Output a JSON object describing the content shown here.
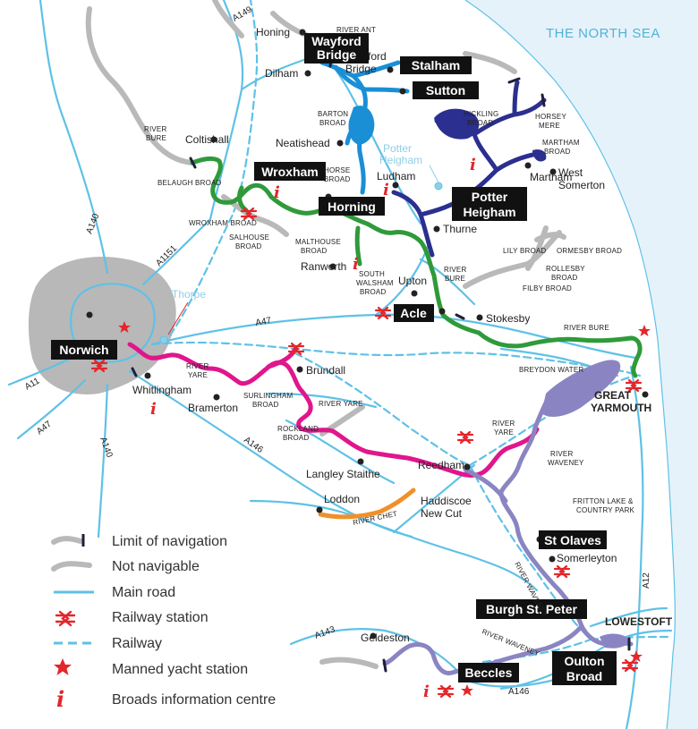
{
  "sea_label": "THE NORTH SEA",
  "boxed_labels": {
    "wayford_bridge": "Wayford\nBridge",
    "stalham": "Stalham",
    "sutton": "Sutton",
    "wroxham": "Wroxham",
    "horning": "Horning",
    "potter_heigham": "Potter\nHeigham",
    "norwich": "Norwich",
    "acle": "Acle",
    "st_olaves": "St Olaves",
    "burgh_st_peter": "Burgh St. Peter",
    "beccles": "Beccles",
    "oulton_broad": "Oulton\nBroad"
  },
  "towns": {
    "honing": "Honing",
    "dilham": "Dilham",
    "bridge": "Bridge",
    "ford": "ford",
    "neatishead": "Neatishead",
    "coltishall": "Coltishall",
    "ludham": "Ludham",
    "martham": "Martham",
    "west_somerton": "West\nSomerton",
    "thurne": "Thurne",
    "ranworth": "Ranworth",
    "upton": "Upton",
    "stokesby": "Stokesby",
    "brundall": "Brundall",
    "whitlingham": "Whitlingham",
    "bramerton": "Bramerton",
    "reedham": "Reedham",
    "langley_staithe": "Langley Staithe",
    "loddon": "Loddon",
    "haddiscoe": "Haddiscoe\nNew Cut",
    "somerleyton": "Somerleyton",
    "geldeston": "Geldeston",
    "great_yarmouth": "GREAT\nYARMOUTH",
    "lowestoft": "LOWESTOFT"
  },
  "light_labels": {
    "potter_heigham_light": "Potter\nHeigham",
    "thorpe": "Thorpe"
  },
  "water_labels": {
    "river_ant": "RIVER ANT",
    "barton_broad": "BARTON\nBROAD",
    "hickling_broad": "HICKLING\nBROAD",
    "horsey_mere": "HORSEY\nMERE",
    "martham_broad": "MARTHAM\nBROAD",
    "river_bure_top": "RIVER\nBURE",
    "belaugh_broad": "BELAUGH BROAD",
    "horse_broad": "HORSE\nBROAD",
    "wroxham_broad": "WROXHAM BROAD",
    "salhouse_broad": "SALHOUSE\nBROAD",
    "malthouse_broad": "MALTHOUSE\nBROAD",
    "south_walsham": "SOUTH\nWALSHAM\nBROAD",
    "river_bure_mid": "RIVER\nBURE",
    "lily_broad": "LILY BROAD",
    "ormesby_broad": "ORMESBY BROAD",
    "rollesby_broad": "ROLLESBY\nBROAD",
    "filby_broad": "FILBY BROAD",
    "river_bure_east": "RIVER BURE",
    "breydon_water": "BREYDON WATER",
    "river_yare_1": "RIVER\nYARE",
    "surlingham_broad": "SURLINGHAM\nBROAD",
    "river_yare_2": "RIVER YARE",
    "rockland_broad": "ROCKLAND\nBROAD",
    "river_yare_3": "RIVER\nYARE",
    "river_waveney_1": "RIVER\nWAVENEY",
    "fritton": "FRITTON LAKE &\nCOUNTRY PARK",
    "river_chet": "RIVER CHET",
    "river_waveney_2": "RIVER WAVENEY",
    "river_waveney_3": "RIVER WAVENEY"
  },
  "roads": {
    "a149": "A149",
    "a140_top": "A140",
    "a1151": "A1151",
    "a47_top": "A47",
    "a11": "A11",
    "a47_bottom": "A47",
    "a140_bottom": "A140",
    "a146_mid": "A146",
    "a12": "A12",
    "a143": "A143",
    "a146_bottom": "A146"
  },
  "legend": {
    "items": [
      {
        "key": "limit",
        "label": "Limit of navigation"
      },
      {
        "key": "not_nav",
        "label": "Not navigable"
      },
      {
        "key": "main_road",
        "label": "Main road"
      },
      {
        "key": "rail_station",
        "label": "Railway station"
      },
      {
        "key": "railway",
        "label": "Railway"
      },
      {
        "key": "yacht",
        "label": "Manned yacht station"
      },
      {
        "key": "info",
        "label": "Broads information centre"
      }
    ]
  },
  "colors": {
    "road": "#5fc1e6",
    "river_ant": "#1a8fd6",
    "river_thurne": "#2b2f8f",
    "river_bure": "#2f9a3a",
    "river_yare": "#e0168c",
    "river_waveney": "#8a85c2",
    "river_chet": "#f0902a",
    "not_navigable": "#b9b9b9",
    "red": "#e3262b",
    "coast": "#e6f2fa",
    "norwich_area": "#b9b9b9"
  }
}
